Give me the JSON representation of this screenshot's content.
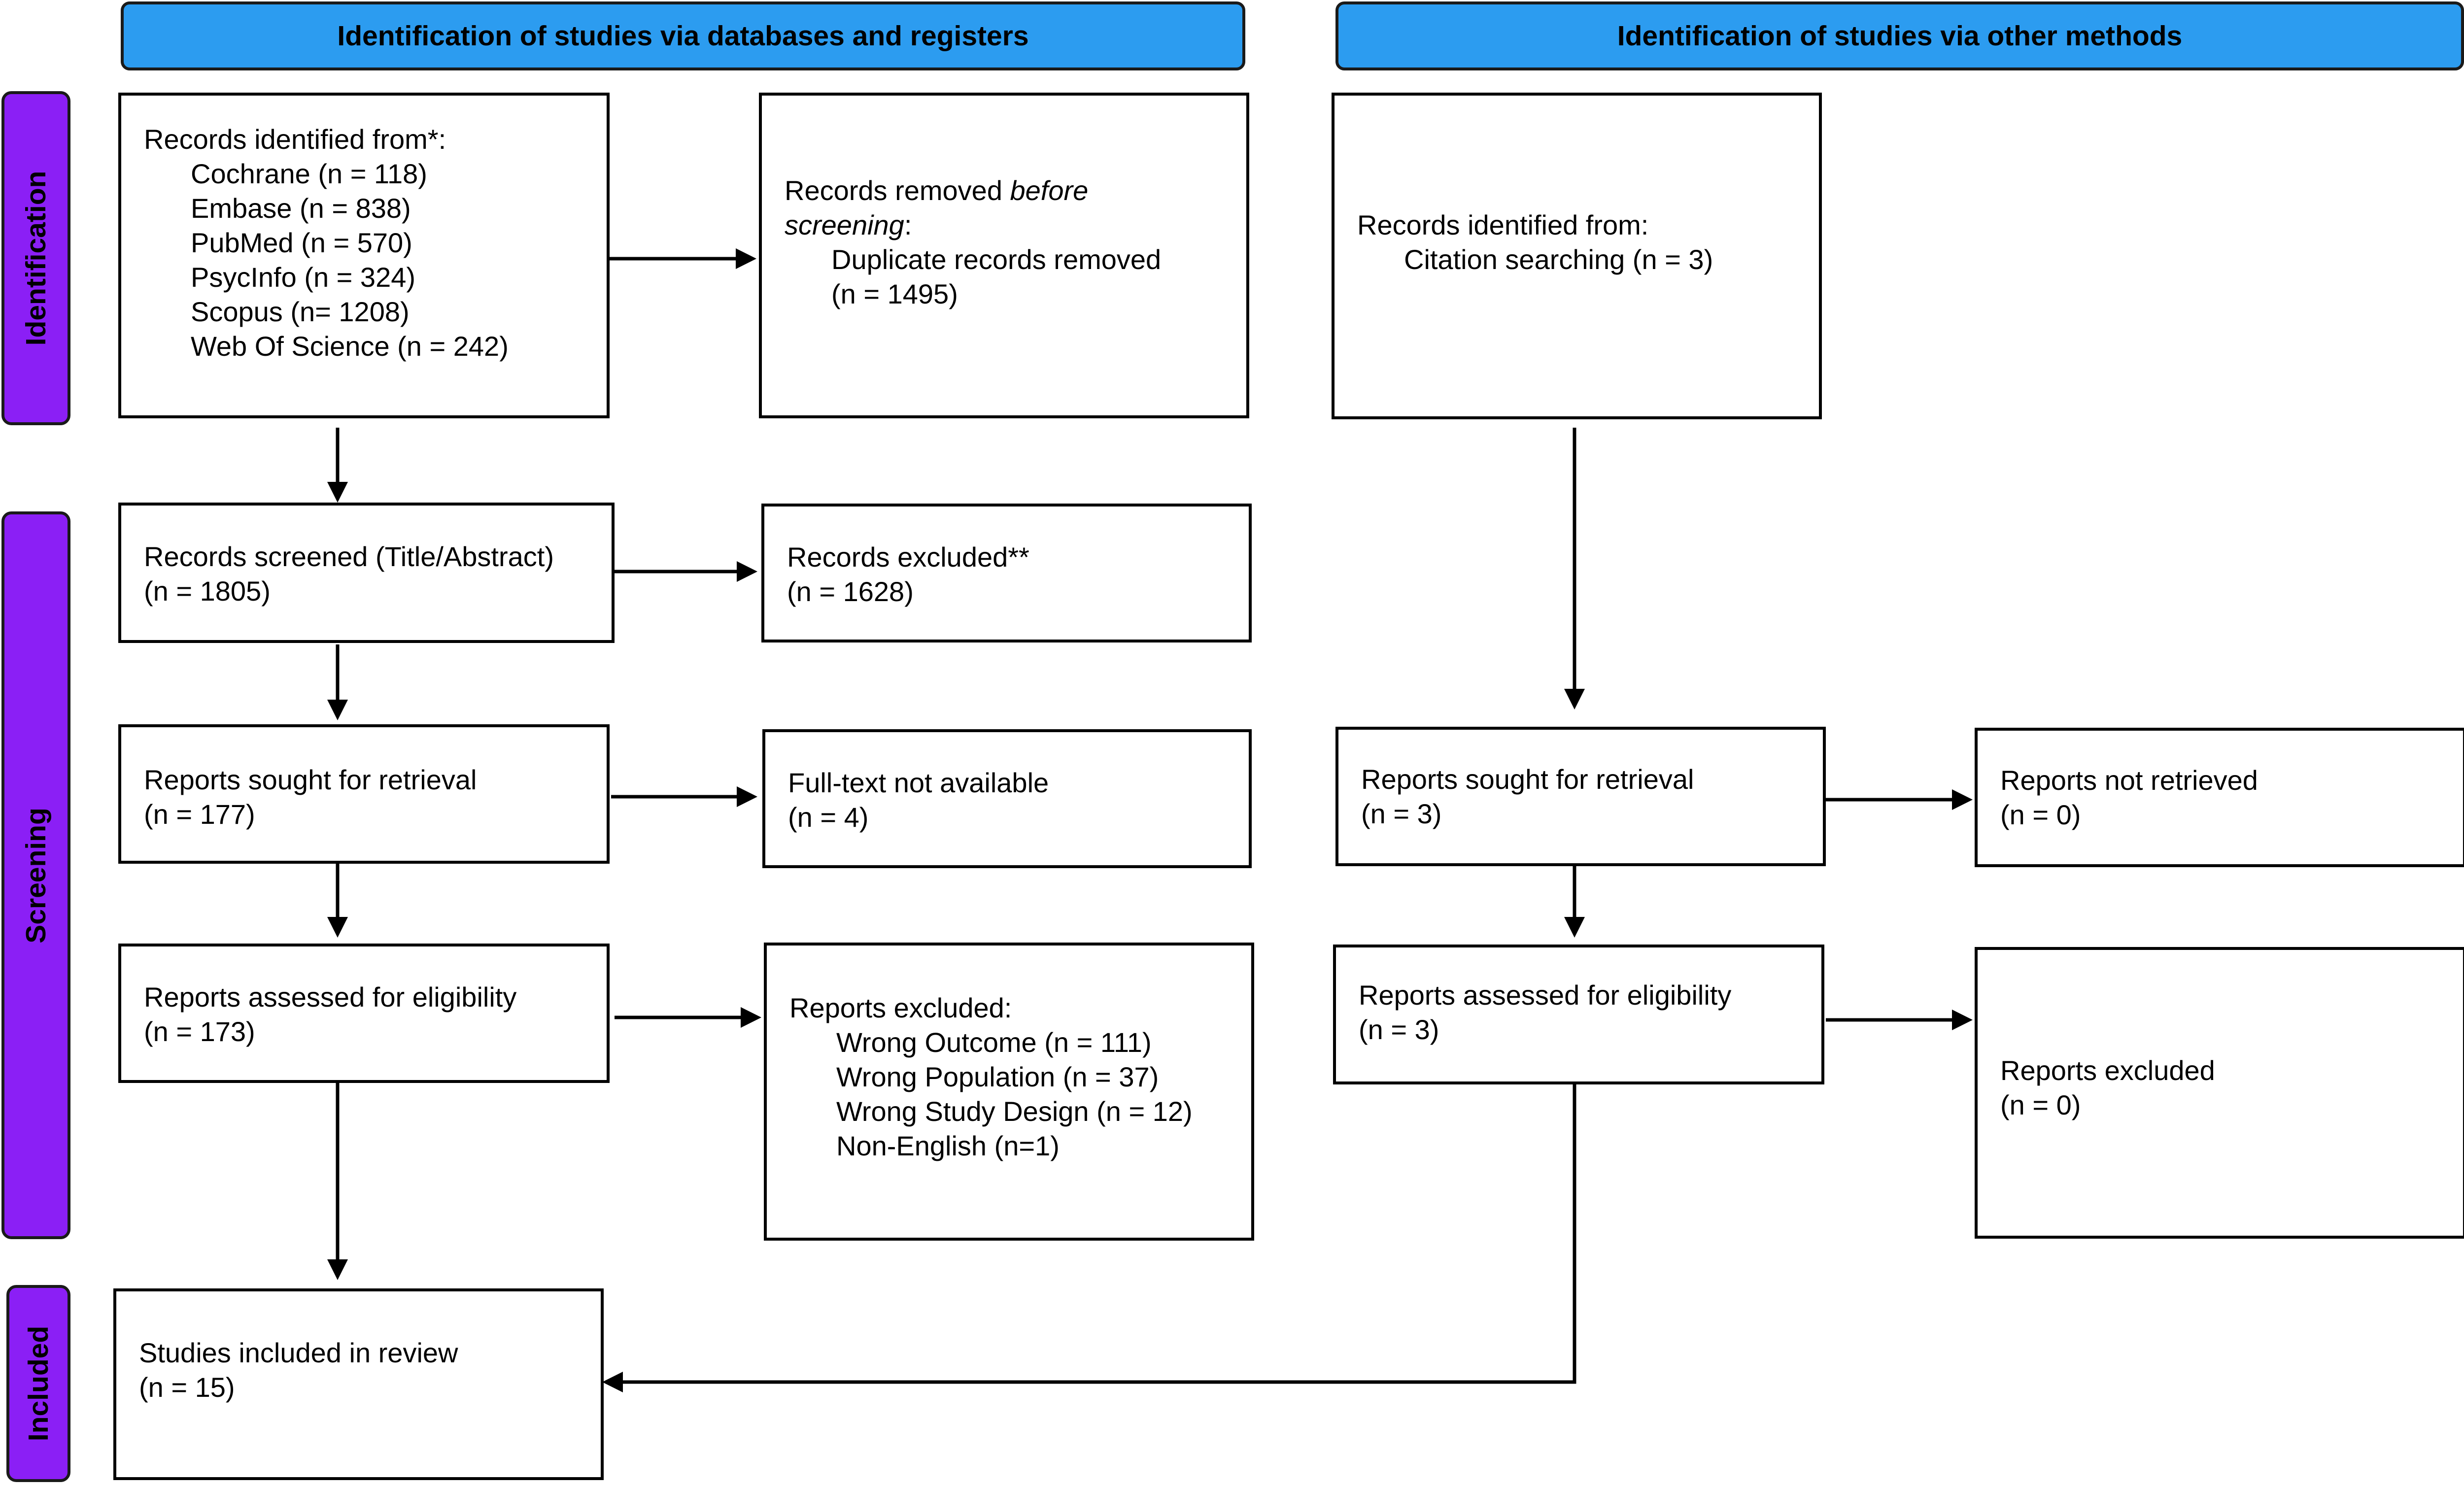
{
  "headers": {
    "databases": "Identification of studies via databases and registers",
    "other_methods": "Identification of studies via other methods"
  },
  "stages": {
    "identification": "Identification",
    "screening": "Screening",
    "included": "Included"
  },
  "left": {
    "records_identified": {
      "title": "Records identified from*:",
      "sources": [
        "Cochrane (n = 118)",
        "Embase (n = 838)",
        "PubMed (n = 570)",
        "PsycInfo (n = 324)",
        "Scopus (n= 1208)",
        "Web Of Science (n = 242)"
      ]
    },
    "records_removed": {
      "line1_prefix": "Records removed ",
      "line1_italic": "before",
      "line2_italic": "screening",
      "line2_suffix": ":",
      "detail": "Duplicate records removed",
      "count": "(n = 1495)"
    },
    "records_screened": {
      "title": "Records screened (Title/Abstract)",
      "count": "(n = 1805)"
    },
    "records_excluded": {
      "title": "Records excluded**",
      "count": "(n = 1628)"
    },
    "reports_sought": {
      "title": "Reports sought for retrieval",
      "count": "(n = 177)"
    },
    "fulltext_not_available": {
      "title": "Full-text not available",
      "count": "(n = 4)"
    },
    "reports_assessed": {
      "title": "Reports assessed for eligibility",
      "count": "(n = 173)"
    },
    "reports_excluded": {
      "title": "Reports excluded:",
      "reasons": [
        "Wrong Outcome (n = 111)",
        "Wrong Population (n = 37)",
        "Wrong Study Design (n = 12)",
        "Non-English (n=1)"
      ]
    },
    "studies_included": {
      "title": "Studies included in review",
      "count": "(n = 15)"
    }
  },
  "right": {
    "records_identified": {
      "title": "Records identified from:",
      "detail": "Citation searching (n = 3)"
    },
    "reports_sought": {
      "title": "Reports sought for retrieval",
      "count": "(n = 3)"
    },
    "reports_not_retrieved": {
      "title": "Reports not retrieved",
      "count": "(n = 0)"
    },
    "reports_assessed": {
      "title": "Reports assessed for eligibility",
      "count": "(n = 3)"
    },
    "reports_excluded": {
      "title": "Reports excluded",
      "count": "(n = 0)"
    }
  },
  "colors": {
    "header_fill": "#2c9cf0",
    "stage_fill": "#8b1ff5",
    "line": "#000000"
  }
}
